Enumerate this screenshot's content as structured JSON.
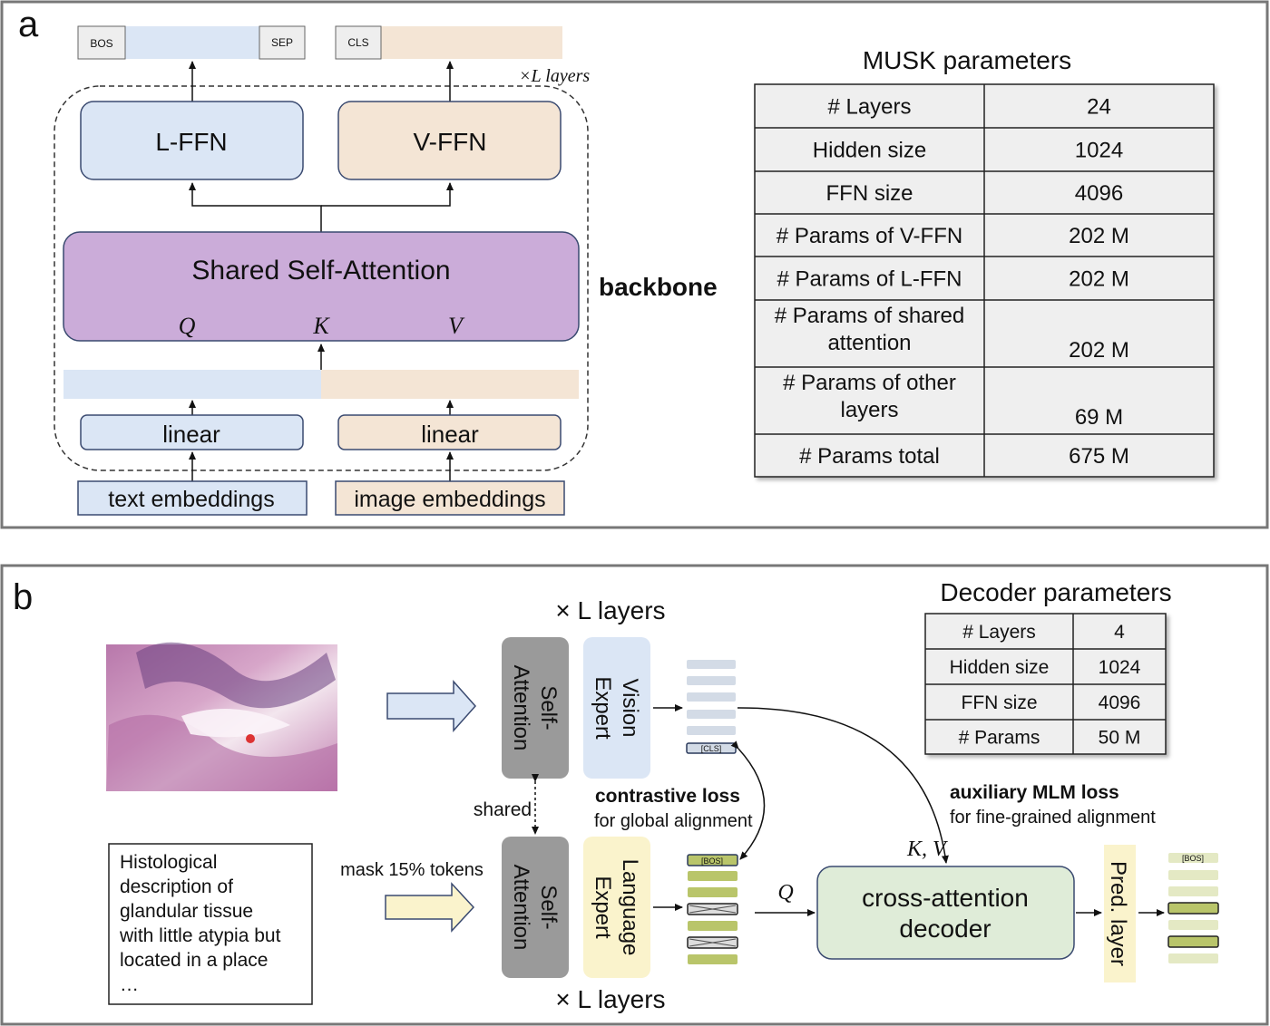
{
  "panel_a": {
    "label": "a",
    "tokens": {
      "bos": "BOS",
      "sep": "SEP",
      "cls": "CLS"
    },
    "layers_note": "×L layers",
    "l_ffn": "L-FFN",
    "v_ffn": "V-FFN",
    "attention": "Shared Self-Attention",
    "q": "Q",
    "k": "K",
    "v": "V",
    "linear_text": "linear",
    "linear_image": "linear",
    "text_embeddings": "text embeddings",
    "image_embeddings": "image embeddings",
    "backbone": "backbone",
    "table_title": "MUSK parameters",
    "table": [
      [
        "# Layers",
        "24"
      ],
      [
        "Hidden size",
        "1024"
      ],
      [
        "FFN size",
        "4096"
      ],
      [
        "# Params of V-FFN",
        "202 M"
      ],
      [
        "# Params of L-FFN",
        "202 M"
      ],
      [
        "# Params of shared|attention",
        "202 M"
      ],
      [
        "# Params of other|layers",
        "69 M"
      ],
      [
        "# Params total",
        "675 M"
      ]
    ]
  },
  "panel_b": {
    "label": "b",
    "layers_top": "× L layers",
    "layers_bottom": "× L layers",
    "self_attention": "Self-|Attention",
    "vision_expert": "Vision|Expert",
    "language_expert": "Language|Expert",
    "shared": "shared",
    "mask": "mask 15% tokens",
    "cls_token": "[CLS]",
    "bos_token": "[BOS]",
    "contrastive_title": "contrastive loss",
    "contrastive_sub": "for global alignment",
    "mlm_title": "auxiliary MLM loss",
    "mlm_sub": "for fine-grained alignment",
    "kv": "K, V",
    "q": "Q",
    "decoder": "cross-attention|decoder",
    "pred_layer": "Pred. layer",
    "text_box": [
      "Histological",
      "description of",
      "glandular tissue",
      "with little atypia but",
      "located in a place",
      "…"
    ],
    "table_title": "Decoder parameters",
    "table": [
      [
        "# Layers",
        "4"
      ],
      [
        "Hidden size",
        "1024"
      ],
      [
        "FFN size",
        "4096"
      ],
      [
        "# Params",
        "50 M"
      ]
    ]
  },
  "colors": {
    "blue_fill": "#dbe6f5",
    "tan_fill": "#f4e5d5",
    "purple_fill": "#cbacd9",
    "gray_block": "#9a9a9a",
    "green_token": "#b9c56a",
    "yellow_expert": "#faf3cc",
    "decoder_fill": "#dfecd8"
  }
}
